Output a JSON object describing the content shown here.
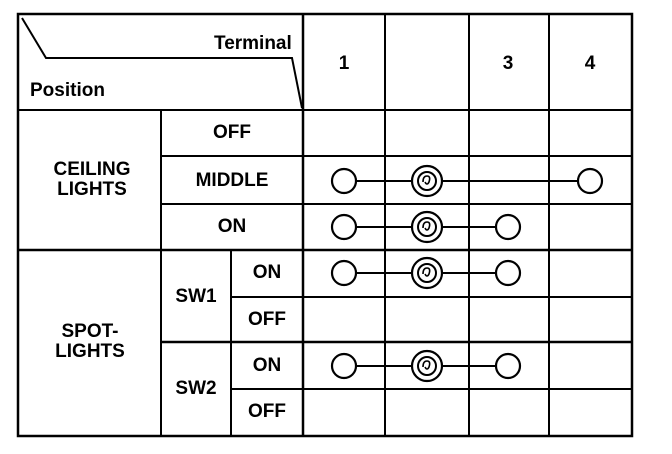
{
  "header": {
    "terminal_label": "Terminal",
    "position_label": "Position",
    "terminals": [
      "1",
      "",
      "3",
      "4"
    ]
  },
  "groups": {
    "ceiling": {
      "label": "CEILING\nLIGHTS",
      "rows": [
        {
          "position": "OFF",
          "connected_terminals": []
        },
        {
          "position": "MIDDLE",
          "connected_terminals": [
            "1",
            "2",
            "4"
          ]
        },
        {
          "position": "ON",
          "connected_terminals": [
            "1",
            "2",
            "3"
          ]
        }
      ]
    },
    "spot": {
      "label": "SPOT-\nLIGHTS",
      "switches": [
        {
          "name": "SW1",
          "rows": [
            {
              "position": "ON",
              "connected_terminals": [
                "1",
                "2",
                "3"
              ]
            },
            {
              "position": "OFF",
              "connected_terminals": []
            }
          ]
        },
        {
          "name": "SW2",
          "rows": [
            {
              "position": "ON",
              "connected_terminals": [
                "1",
                "2",
                "3"
              ]
            },
            {
              "position": "OFF",
              "connected_terminals": []
            }
          ]
        }
      ]
    }
  },
  "colors": {
    "line": "#000000",
    "background": "#ffffff"
  },
  "icons": {
    "terminal": "circle-terminal-icon",
    "bulb": "bulb-icon"
  }
}
